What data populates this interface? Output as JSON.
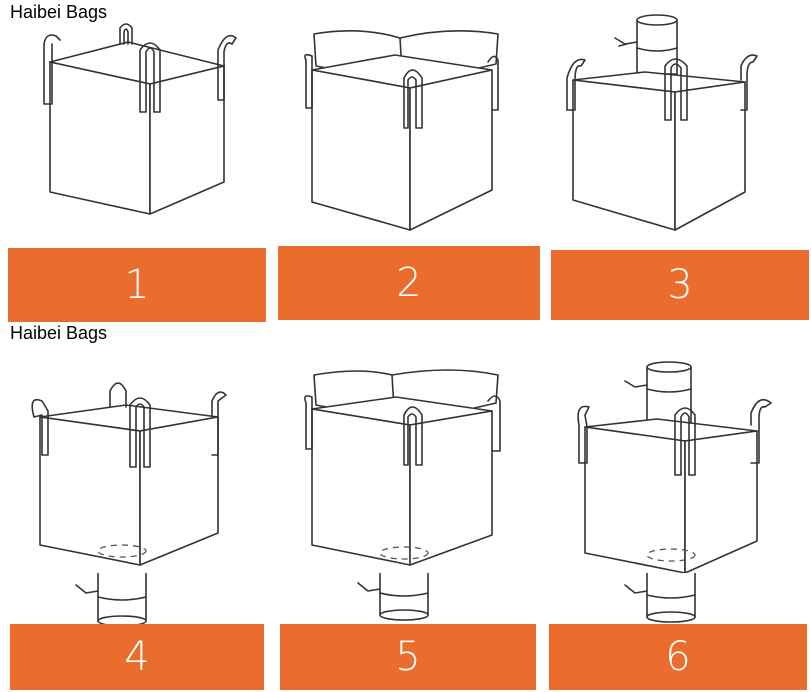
{
  "brand": {
    "top": "Haibei Bags",
    "middle": "Haibei Bags"
  },
  "panels": [
    {
      "label": "1",
      "top_type": "open-top",
      "bottom_type": "flat-bottom"
    },
    {
      "label": "2",
      "top_type": "skirt-top",
      "bottom_type": "flat-bottom"
    },
    {
      "label": "3",
      "top_type": "filling-spout",
      "bottom_type": "flat-bottom"
    },
    {
      "label": "4",
      "top_type": "open-top",
      "bottom_type": "discharge-spout"
    },
    {
      "label": "5",
      "top_type": "skirt-top",
      "bottom_type": "discharge-spout"
    },
    {
      "label": "6",
      "top_type": "filling-spout",
      "bottom_type": "discharge-spout"
    }
  ],
  "colors": {
    "label_background": "#ea6d2e",
    "label_text": "#ffffff",
    "line": "#333333"
  }
}
